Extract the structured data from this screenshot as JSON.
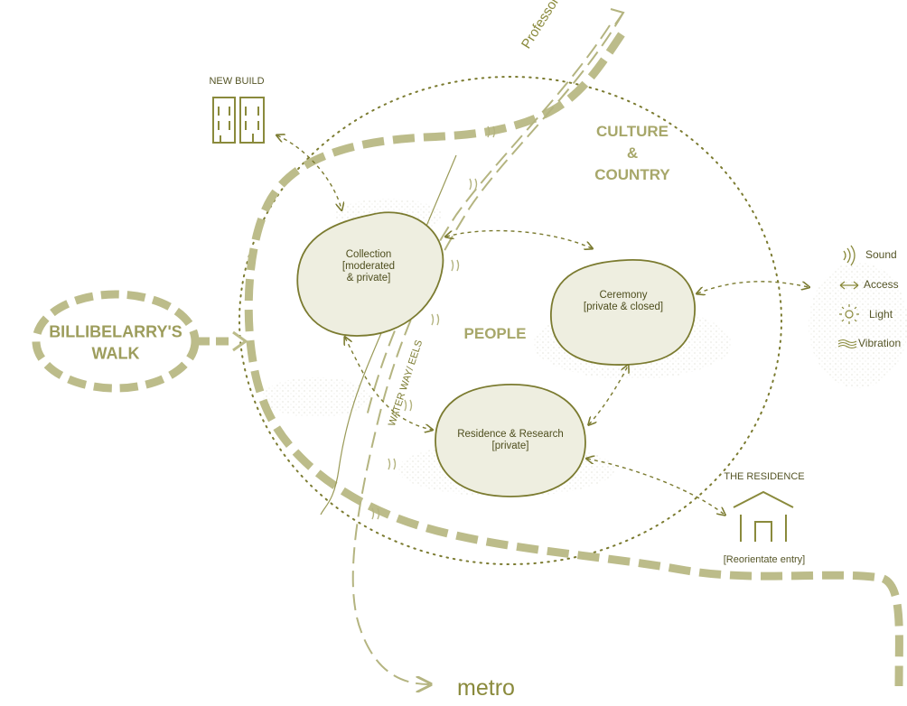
{
  "regions": {
    "culture_country": [
      "CULTURE",
      "&",
      "COUNTRY"
    ],
    "people": "PEOPLE"
  },
  "paths": {
    "billibelarry": [
      "BILLIBELARRY'S",
      "WALK"
    ],
    "professors": "Professors' Walk",
    "waterway": "WATER WAY/ EELS",
    "metro": "metro"
  },
  "nodes": {
    "collection": [
      "Collection",
      "[moderated",
      "& private]"
    ],
    "ceremony": [
      "Ceremony",
      "[private & closed]"
    ],
    "residence_research": [
      "Residence & Research",
      "[private]"
    ]
  },
  "landmarks": {
    "new_build": "NEW BUILD",
    "the_residence": "THE RESIDENCE",
    "reorientate": "[Reorientate entry]"
  },
  "legend": [
    {
      "icon": "sound-icon",
      "label": "Sound"
    },
    {
      "icon": "access-icon",
      "label": "Access"
    },
    {
      "icon": "light-icon",
      "label": "Light"
    },
    {
      "icon": "vibration-icon",
      "label": "Vibration"
    }
  ],
  "colors": {
    "olive_dark": "#7b7b30",
    "olive_dashed": "#bcbc8a",
    "node_fill": "#eeeee0",
    "label_text": "#4e4e1e"
  }
}
